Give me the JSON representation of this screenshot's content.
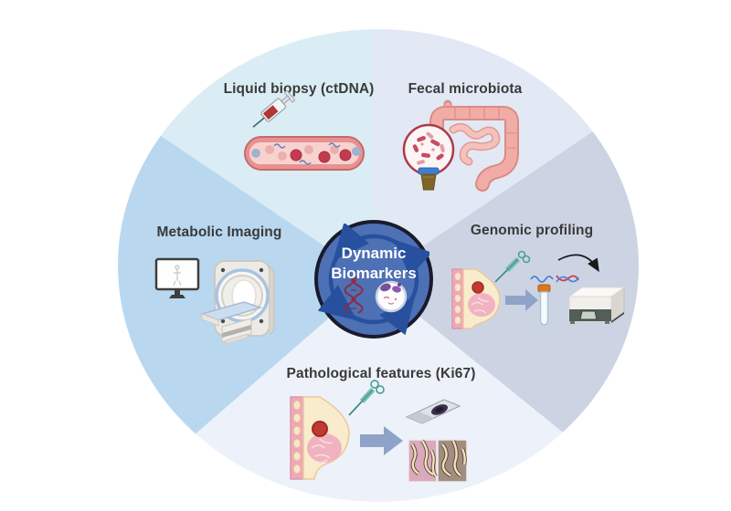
{
  "diagram": {
    "title": "Dynamic Biomarkers cycle diagram",
    "background_color": "#ffffff",
    "label_color": "#3a3a3a",
    "center": {
      "line1": "Dynamic",
      "line2": "Biomarkers",
      "bg_color": "#4e70b4",
      "border_color": "#1a1a2e",
      "text_color": "#ffffff",
      "cycle_arrow_color": "#27509f",
      "icons": [
        "cycle-arrows-icon",
        "dna-helix-icon",
        "tumor-cell-icon"
      ]
    },
    "segments": [
      {
        "id": "liquid-biopsy",
        "label": "Liquid biopsy (ctDNA)",
        "color": "#dbedf4",
        "icon": "syringe-blood-vessel-icon"
      },
      {
        "id": "fecal-microbiota",
        "label": "Fecal microbiota",
        "color": "#e3e8f5",
        "icon": "intestine-microbiome-icon"
      },
      {
        "id": "genomic-profiling",
        "label": "Genomic profiling",
        "color": "#ccd4e4",
        "icon": "breast-tube-sequencer-icon"
      },
      {
        "id": "pathological-features",
        "label": "Pathological features (Ki67)",
        "color": "#edf2fa",
        "icon": "breast-slide-histology-icon"
      },
      {
        "id": "metabolic-imaging",
        "label": "Metabolic Imaging",
        "color": "#b9d8f0",
        "icon": "pet-ct-scanner-icon"
      }
    ],
    "accent_colors": {
      "flow_arrow": "#8fa3c8",
      "vessel_red": "#c23b50",
      "intestine_pink": "#f2aca6",
      "bacteria_red": "#c64c60",
      "tumor_red": "#c03a31",
      "syringe_teal": "#4fa096",
      "tube_cap_orange": "#d8771f",
      "sequencer_dark": "#535e58",
      "histology_pink": "#d9a9bc",
      "histology_brown": "#a18e81",
      "dna_red": "#8e2b3f",
      "cup_brown": "#7e6426",
      "cup_lid_blue": "#3f7ed1"
    }
  }
}
